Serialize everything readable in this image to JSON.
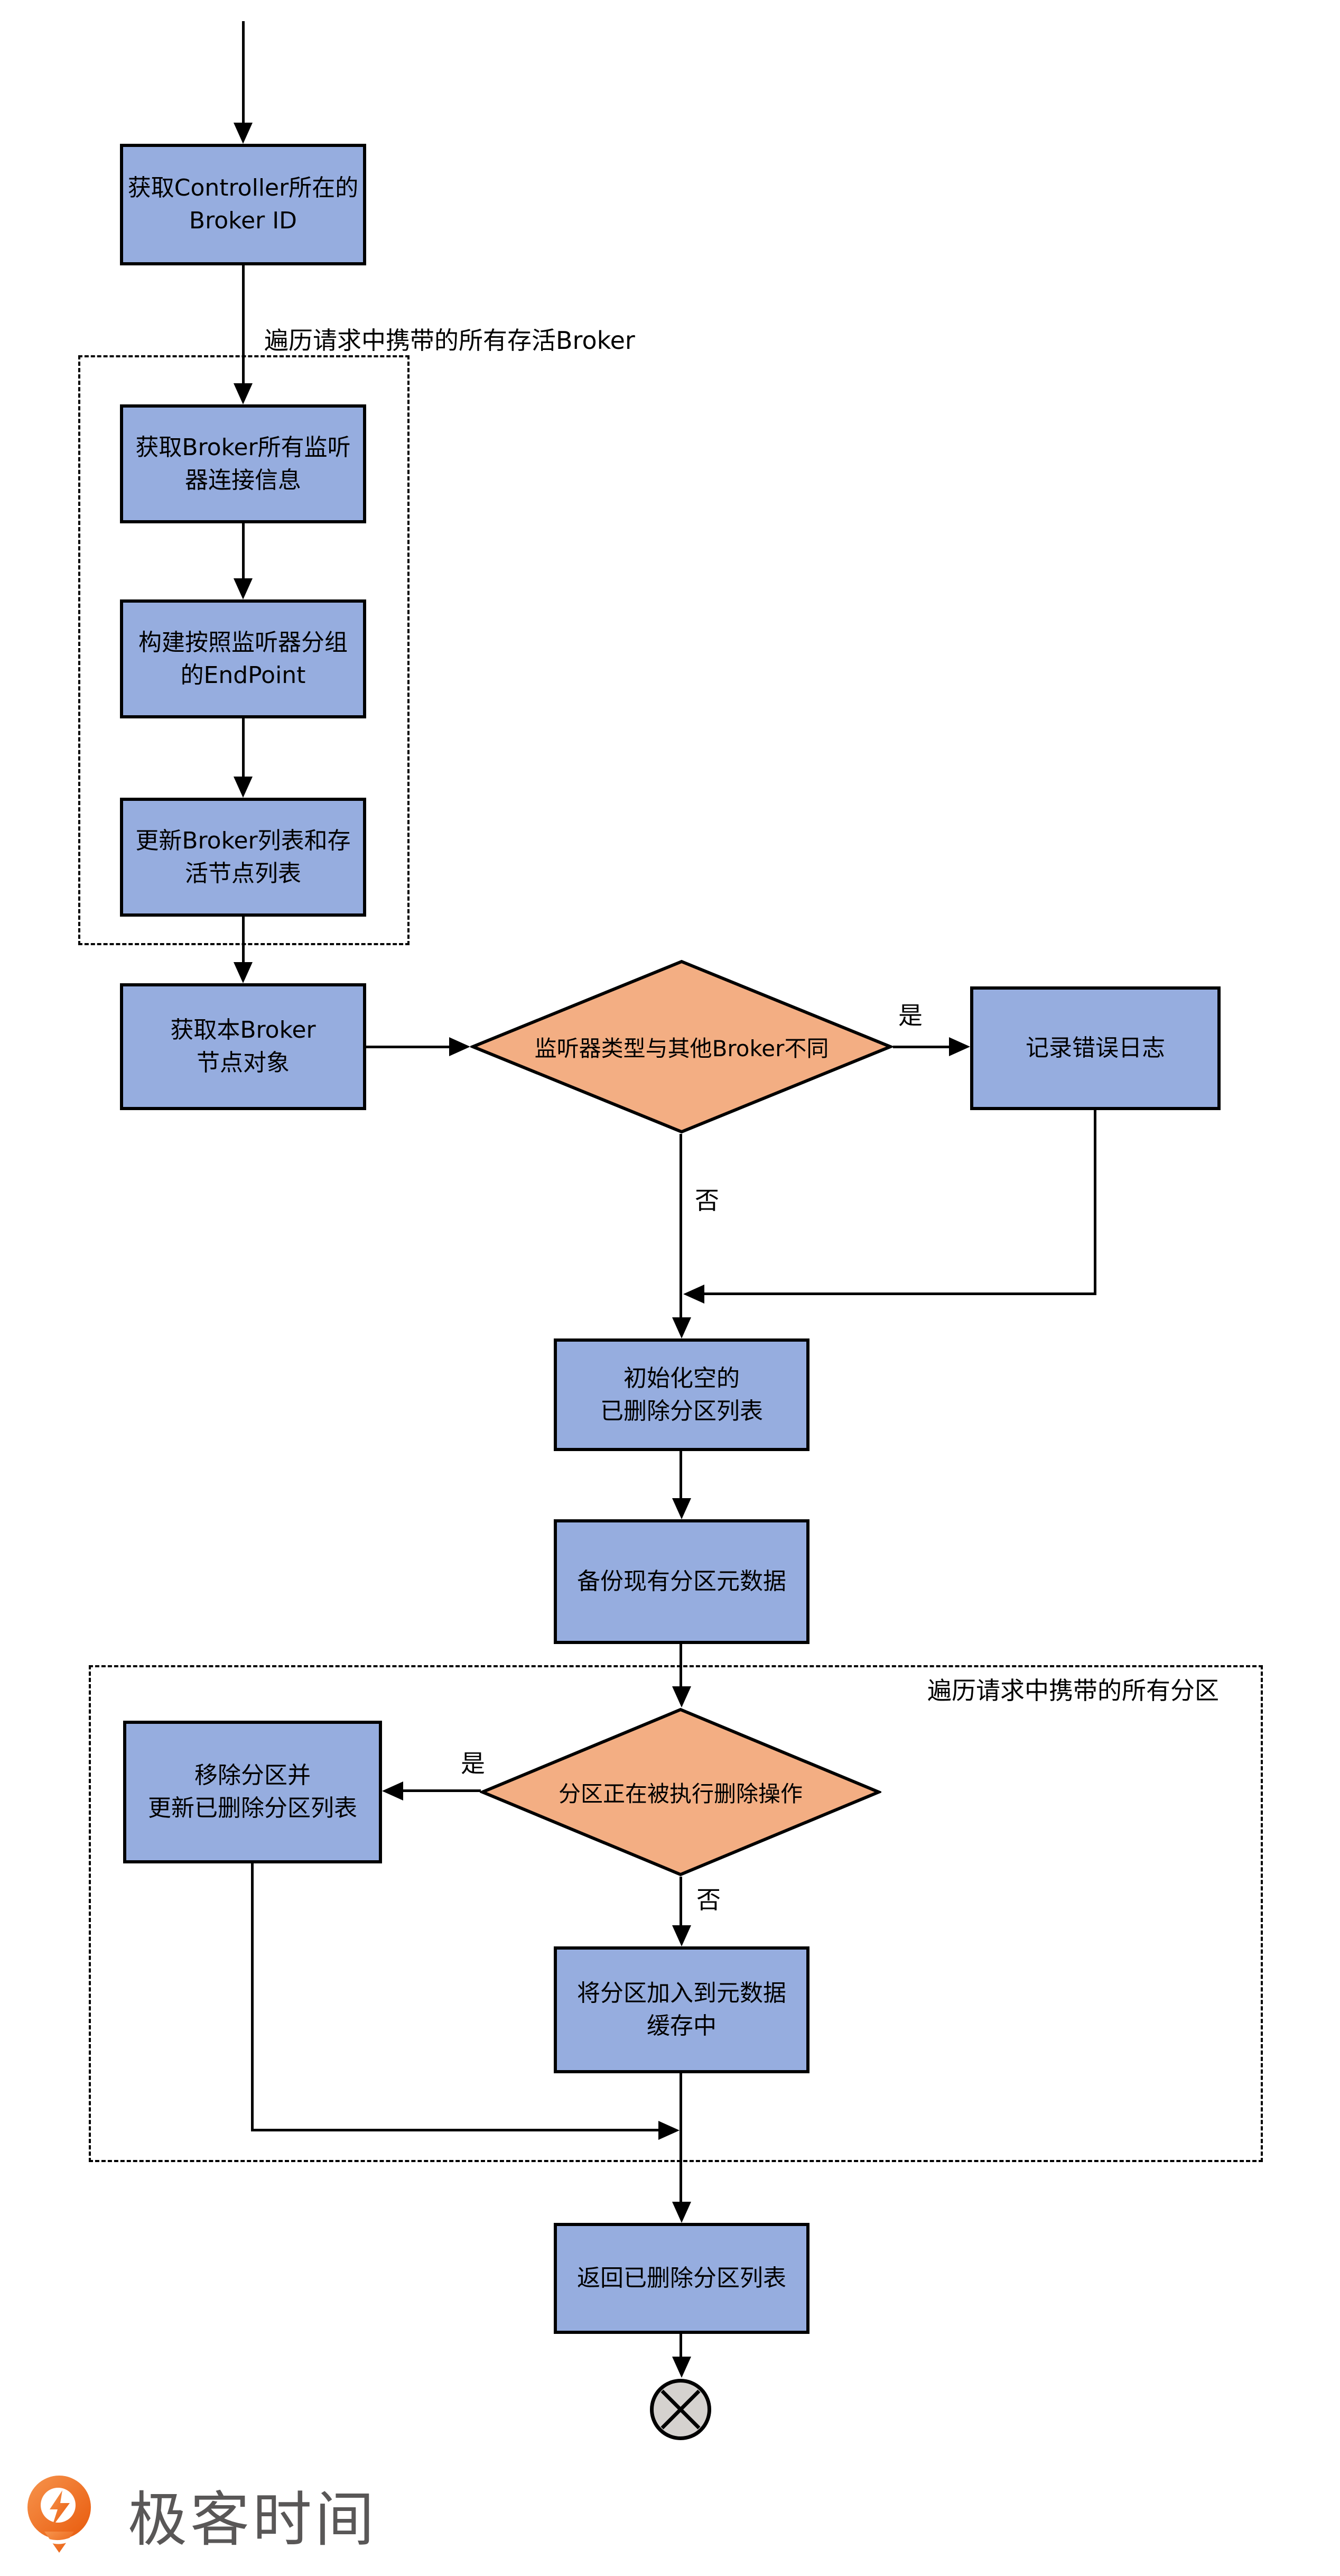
{
  "colors": {
    "background": "#FFFFFF",
    "process_fill": "#96ADDF",
    "decision_fill": "#F3AE83",
    "end_fill": "#D5D2CF",
    "stroke": "#000000",
    "logo_orange_light": "#F7944D",
    "logo_orange_dark": "#E85A0C",
    "logo_text": "#595757"
  },
  "flowchart": {
    "nodes": {
      "get_controller": {
        "type": "process",
        "lines": [
          "获取Controller所在的",
          "Broker ID"
        ]
      },
      "get_listeners": {
        "type": "process",
        "lines": [
          "获取Broker所有监听",
          "器连接信息"
        ]
      },
      "build_endpoint": {
        "type": "process",
        "lines": [
          "构建按照监听器分组",
          "的EndPoint"
        ]
      },
      "update_broker_list": {
        "type": "process",
        "lines": [
          "更新Broker列表和存",
          "活节点列表"
        ]
      },
      "get_local_broker": {
        "type": "process",
        "lines": [
          "获取本Broker",
          "节点对象"
        ]
      },
      "listener_type_check": {
        "type": "decision",
        "label": "监听器类型与其他Broker不同"
      },
      "log_error": {
        "type": "process",
        "lines": [
          "记录错误日志"
        ]
      },
      "init_deleted_list": {
        "type": "process",
        "lines": [
          "初始化空的",
          "已删除分区列表"
        ]
      },
      "backup_metadata": {
        "type": "process",
        "lines": [
          "备份现有分区元数据"
        ]
      },
      "partition_deleting_check": {
        "type": "decision",
        "label": "分区正在被执行删除操作"
      },
      "remove_partition": {
        "type": "process",
        "lines": [
          "移除分区并",
          "更新已删除分区列表"
        ]
      },
      "add_to_cache": {
        "type": "process",
        "lines": [
          "将分区加入到元数据",
          "缓存中"
        ]
      },
      "return_deleted_list": {
        "type": "process",
        "lines": [
          "返回已删除分区列表"
        ]
      }
    },
    "loop_labels": {
      "brokers": "遍历请求中携带的所有存活Broker",
      "partitions": "遍历请求中携带的所有分区"
    },
    "edge_labels": {
      "d1_yes": "是",
      "d1_no": "否",
      "d2_yes": "是",
      "d2_no": "否"
    }
  },
  "footer": {
    "logo_text": "极客时间"
  }
}
